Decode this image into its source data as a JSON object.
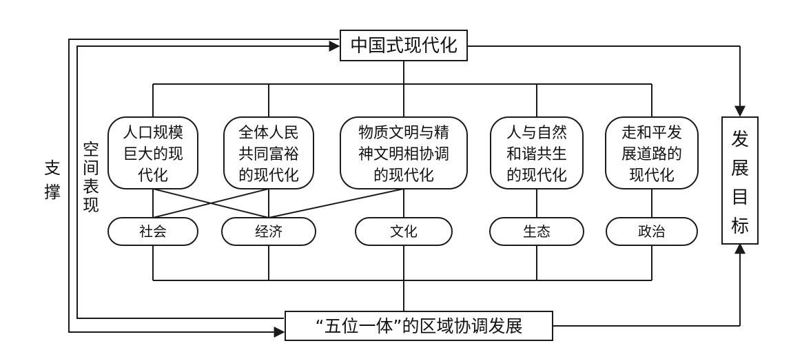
{
  "top": "中国式现代化",
  "bottom": "“五位一体”的区域协调发展",
  "goal": [
    "发",
    "展",
    "目",
    "标"
  ],
  "support": [
    "支",
    "撑"
  ],
  "spatial": [
    "空",
    "间",
    "表",
    "现"
  ],
  "cards": [
    {
      "lines": [
        "人口规模",
        "巨大的现",
        "代化"
      ]
    },
    {
      "lines": [
        "全体人民",
        "共同富裕",
        "的现代化"
      ]
    },
    {
      "lines": [
        "物质文明与精",
        "神文明相协调",
        "的现代化"
      ]
    },
    {
      "lines": [
        "人与自然",
        "和谐共生",
        "的现代化"
      ]
    },
    {
      "lines": [
        "走和平发",
        "展道路的",
        "现代化"
      ]
    }
  ],
  "ovals": [
    "社会",
    "经济",
    "文化",
    "生态",
    "政治"
  ]
}
